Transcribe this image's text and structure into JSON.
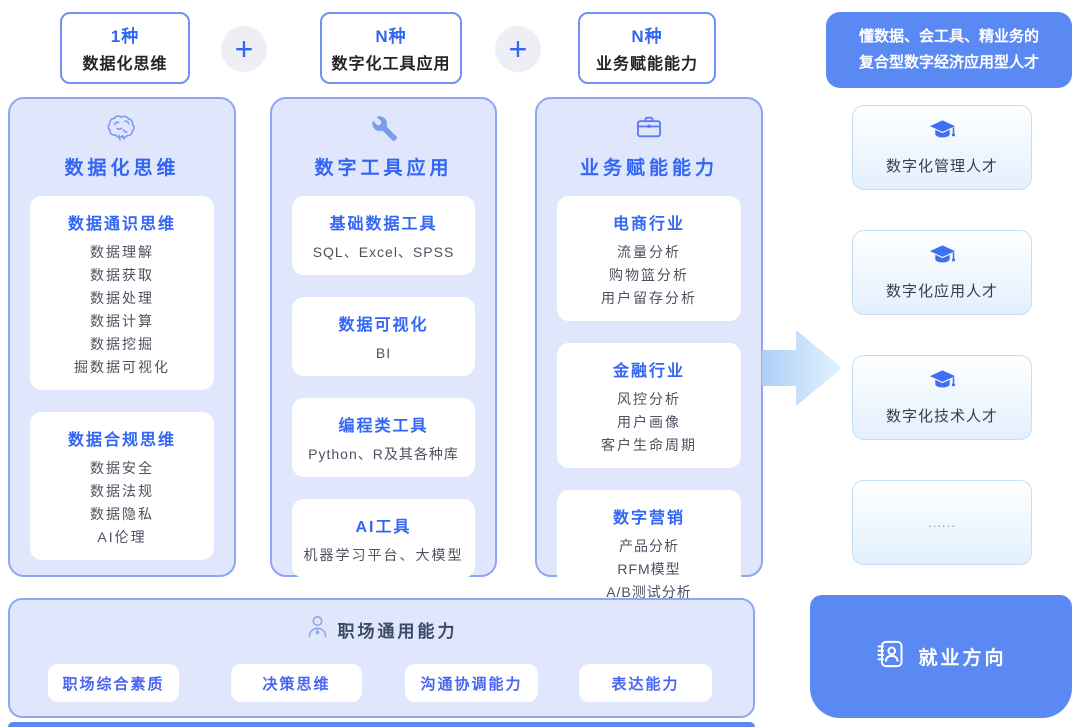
{
  "formula": {
    "plus": "+",
    "terms": [
      {
        "count": "1种",
        "label": "数据化思维"
      },
      {
        "count": "N种",
        "label": "数字化工具应用"
      },
      {
        "count": "N种",
        "label": "业务赋能能力"
      }
    ],
    "result_line1": "懂数据、会工具、精业务的",
    "result_line2": "复合型数字经济应用型人才"
  },
  "columns": [
    {
      "icon": "brain-icon",
      "title": "数据化思维",
      "groups": [
        {
          "heading": "数据通识思维",
          "items": [
            "数据理解",
            "数据获取",
            "数据处理",
            "数据计算",
            "数据挖掘",
            "掘数据可视化"
          ]
        },
        {
          "heading": "数据合规思维",
          "items": [
            "数据安全",
            "数据法规",
            "数据隐私",
            "AI伦理"
          ]
        }
      ]
    },
    {
      "icon": "wrench-icon",
      "title": "数字工具应用",
      "groups": [
        {
          "heading": "基础数据工具",
          "items": [
            "SQL、Excel、SPSS"
          ]
        },
        {
          "heading": "数据可视化",
          "items": [
            "BI"
          ]
        },
        {
          "heading": "编程类工具",
          "items": [
            "Python、R及其各种库"
          ]
        },
        {
          "heading": "AI工具",
          "items": [
            "机器学习平台、大模型"
          ]
        }
      ]
    },
    {
      "icon": "briefcase-icon",
      "title": "业务赋能能力",
      "groups": [
        {
          "heading": "电商行业",
          "items": [
            "流量分析",
            "购物篮分析",
            "用户留存分析"
          ]
        },
        {
          "heading": "金融行业",
          "items": [
            "风控分析",
            "用户画像",
            "客户生命周期"
          ]
        },
        {
          "heading": "数字营销",
          "items": [
            "产品分析",
            "RFM模型",
            "A/B测试分析"
          ]
        }
      ]
    }
  ],
  "talents": [
    {
      "icon": "graduation-cap-icon",
      "label": "数字化管理人才"
    },
    {
      "icon": "graduation-cap-icon",
      "label": "数字化应用人才"
    },
    {
      "icon": "graduation-cap-icon",
      "label": "数字化技术人才"
    },
    {
      "icon": "none",
      "label": "......"
    }
  ],
  "general_skills": {
    "icon": "person-icon",
    "title": "职场通用能力",
    "items": [
      "职场综合素质",
      "决策思维",
      "沟通协调能力",
      "表达能力"
    ]
  },
  "employment": {
    "icon": "contact-book-icon",
    "label": "就业方向"
  },
  "colors": {
    "primary_blue": "#3366f5",
    "solid_blue": "#5b89f4",
    "column_bg": "#e0e7fc",
    "column_border": "#8ea6f3",
    "arrow_blue": "#aecff7"
  }
}
